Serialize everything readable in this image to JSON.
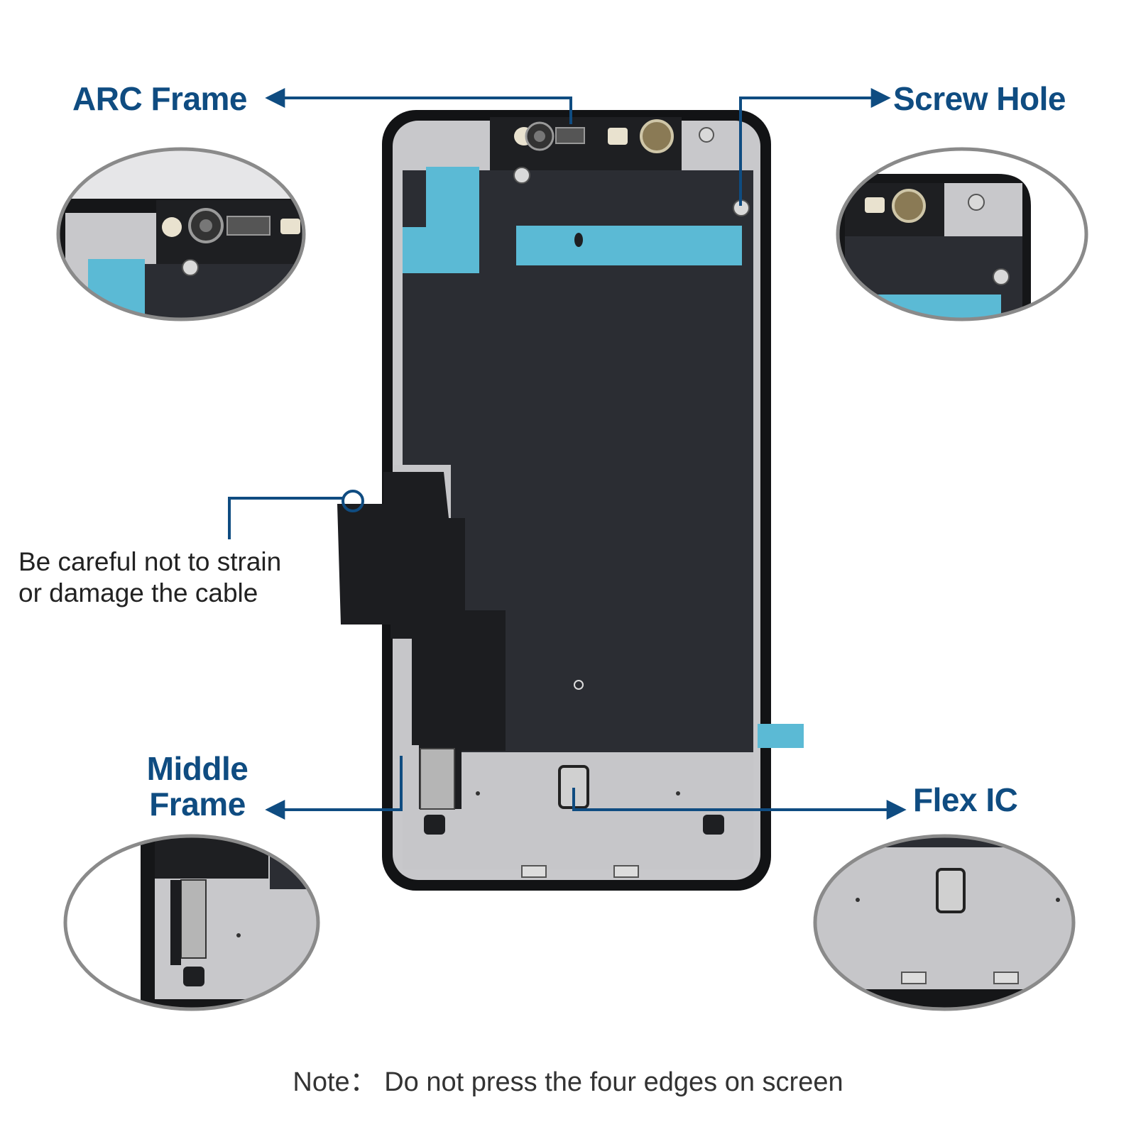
{
  "callouts": {
    "arc_frame": "ARC Frame",
    "screw_hole": "Screw Hole",
    "middle_frame_line1": "Middle",
    "middle_frame_line2": "Frame",
    "flex_ic": "Flex IC"
  },
  "caution": {
    "line1": "Be careful not to strain",
    "line2": "or damage the cable"
  },
  "note": "Note： Do not press the four edges on screen",
  "colors": {
    "label_blue": "#0f4c81",
    "tape_cyan": "#5bbad5",
    "panel_dark": "#2b2d33",
    "frame_silver": "#c9c9cc",
    "bezel_black": "#111214"
  }
}
